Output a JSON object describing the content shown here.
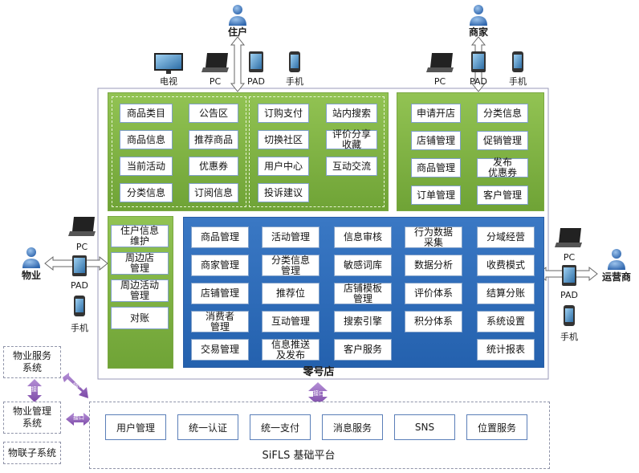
{
  "actors": {
    "resident": "住户",
    "merchant": "商家",
    "property": "物业",
    "operator": "运营商"
  },
  "devices": {
    "tv": "电视",
    "pc": "PC",
    "pad": "PAD",
    "phone": "手机"
  },
  "store_label": "零号店",
  "resident_panel": {
    "col1": [
      "商品类目",
      "商品信息",
      "当前活动",
      "分类信息"
    ],
    "col2": [
      "公告区",
      "推荐商品",
      "优惠券",
      "订阅信息"
    ],
    "col3": [
      "订购支付",
      "切换社区",
      "用户中心",
      "投诉建议"
    ],
    "col4": [
      "站内搜索",
      "评价分享\n收藏",
      "互动交流"
    ]
  },
  "merchant_panel": {
    "col1": [
      "申请开店",
      "店铺管理",
      "商品管理",
      "订单管理"
    ],
    "col2": [
      "分类信息",
      "促销管理",
      "发布\n优惠券",
      "客户管理"
    ]
  },
  "property_panel": [
    "住户信息\n维护",
    "周边店\n管理",
    "周边活动\n管理",
    "对账"
  ],
  "operator_panel": {
    "col1": [
      "商品管理",
      "商家管理",
      "店铺管理",
      "消费者\n管理",
      "交易管理"
    ],
    "col2": [
      "活动管理",
      "分类信息\n管理",
      "推荐位",
      "互动管理",
      "信息推送\n及发布"
    ],
    "col3": [
      "信息审核",
      "敏感词库",
      "店铺模板\n管理",
      "搜索引擎",
      "客户服务"
    ],
    "col4": [
      "行为数据\n采集",
      "数据分析",
      "评价体系",
      "积分体系"
    ],
    "col5": [
      "分域经营",
      "收费模式",
      "结算分账",
      "系统设置",
      "统计报表"
    ]
  },
  "side_systems": [
    "物业服务\n系统",
    "物业管理\n系统",
    "物联子系统"
  ],
  "interface_label": "接口",
  "base_platform": {
    "title": "SiFLS 基础平台",
    "items": [
      "用户管理",
      "统一认证",
      "统一支付",
      "消息服务",
      "SNS",
      "位置服务"
    ]
  },
  "colors": {
    "green": "#7ab040",
    "blue": "#2d6bb8",
    "arrow_purple": "#8a5bb0",
    "person_blue": "#3a6fb0"
  }
}
